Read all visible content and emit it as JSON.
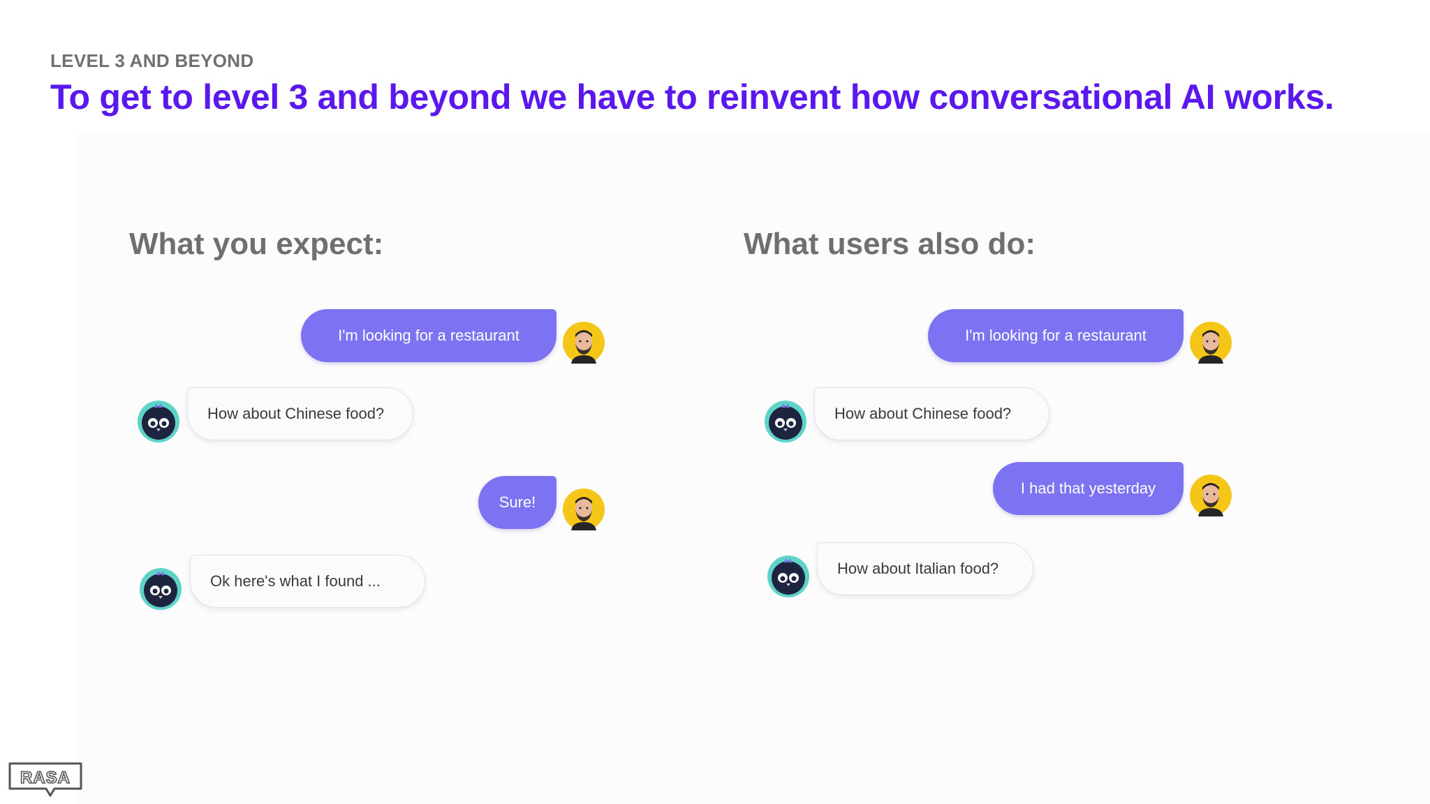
{
  "header": {
    "eyebrow": "LEVEL 3 AND BEYOND",
    "title": "To get to level 3 and beyond we have to reinvent how conversational AI works."
  },
  "left_panel": {
    "title": "What you expect:",
    "messages": [
      {
        "sender": "user",
        "text": "I'm looking for a restaurant"
      },
      {
        "sender": "bot",
        "text": "How about Chinese food?"
      },
      {
        "sender": "user",
        "text": "Sure!"
      },
      {
        "sender": "bot",
        "text": "Ok here's what I found ..."
      }
    ]
  },
  "right_panel": {
    "title": "What users also do:",
    "messages": [
      {
        "sender": "user",
        "text": "I'm looking for a restaurant"
      },
      {
        "sender": "bot",
        "text": "How about Chinese food?"
      },
      {
        "sender": "user",
        "text": "I had that yesterday"
      },
      {
        "sender": "bot",
        "text": "How about Italian food?"
      }
    ]
  },
  "footer": {
    "logo_text": "RASA"
  },
  "colors": {
    "accent": "#5a17ee",
    "user_bubble": "#7c72f2",
    "bot_bubble": "#fbfbfd",
    "muted_heading": "#6f6f6f",
    "user_avatar": "#f5c518",
    "bot_avatar": "#1d2440"
  },
  "icons": {
    "user_avatar": "bearded-man-avatar-icon",
    "bot_avatar": "owl-bot-avatar-icon",
    "logo": "rasa-logo"
  }
}
